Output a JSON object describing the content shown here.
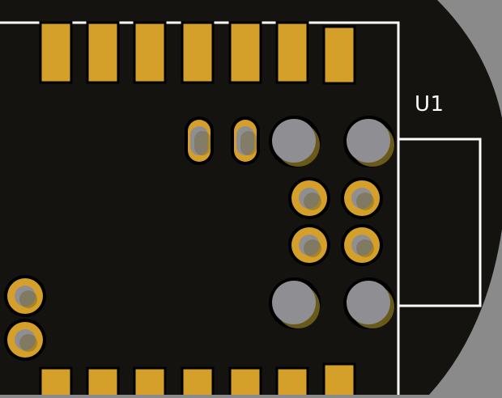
{
  "viewer": {
    "component_reference": "U1",
    "colors": {
      "background": "#8a8a8a",
      "board": "#15130f",
      "copper": "#d5a02a",
      "copper_shadow": "#6a5a1a",
      "drill": "#8f8f93",
      "silkscreen": "#ffffff"
    },
    "elements": {
      "top_smd_pads": 7,
      "bottom_smd_pads": 7,
      "oval_holes": 2,
      "large_mounting_holes": 4,
      "plated_holes": 4,
      "edge_plated_holes": 2
    }
  }
}
